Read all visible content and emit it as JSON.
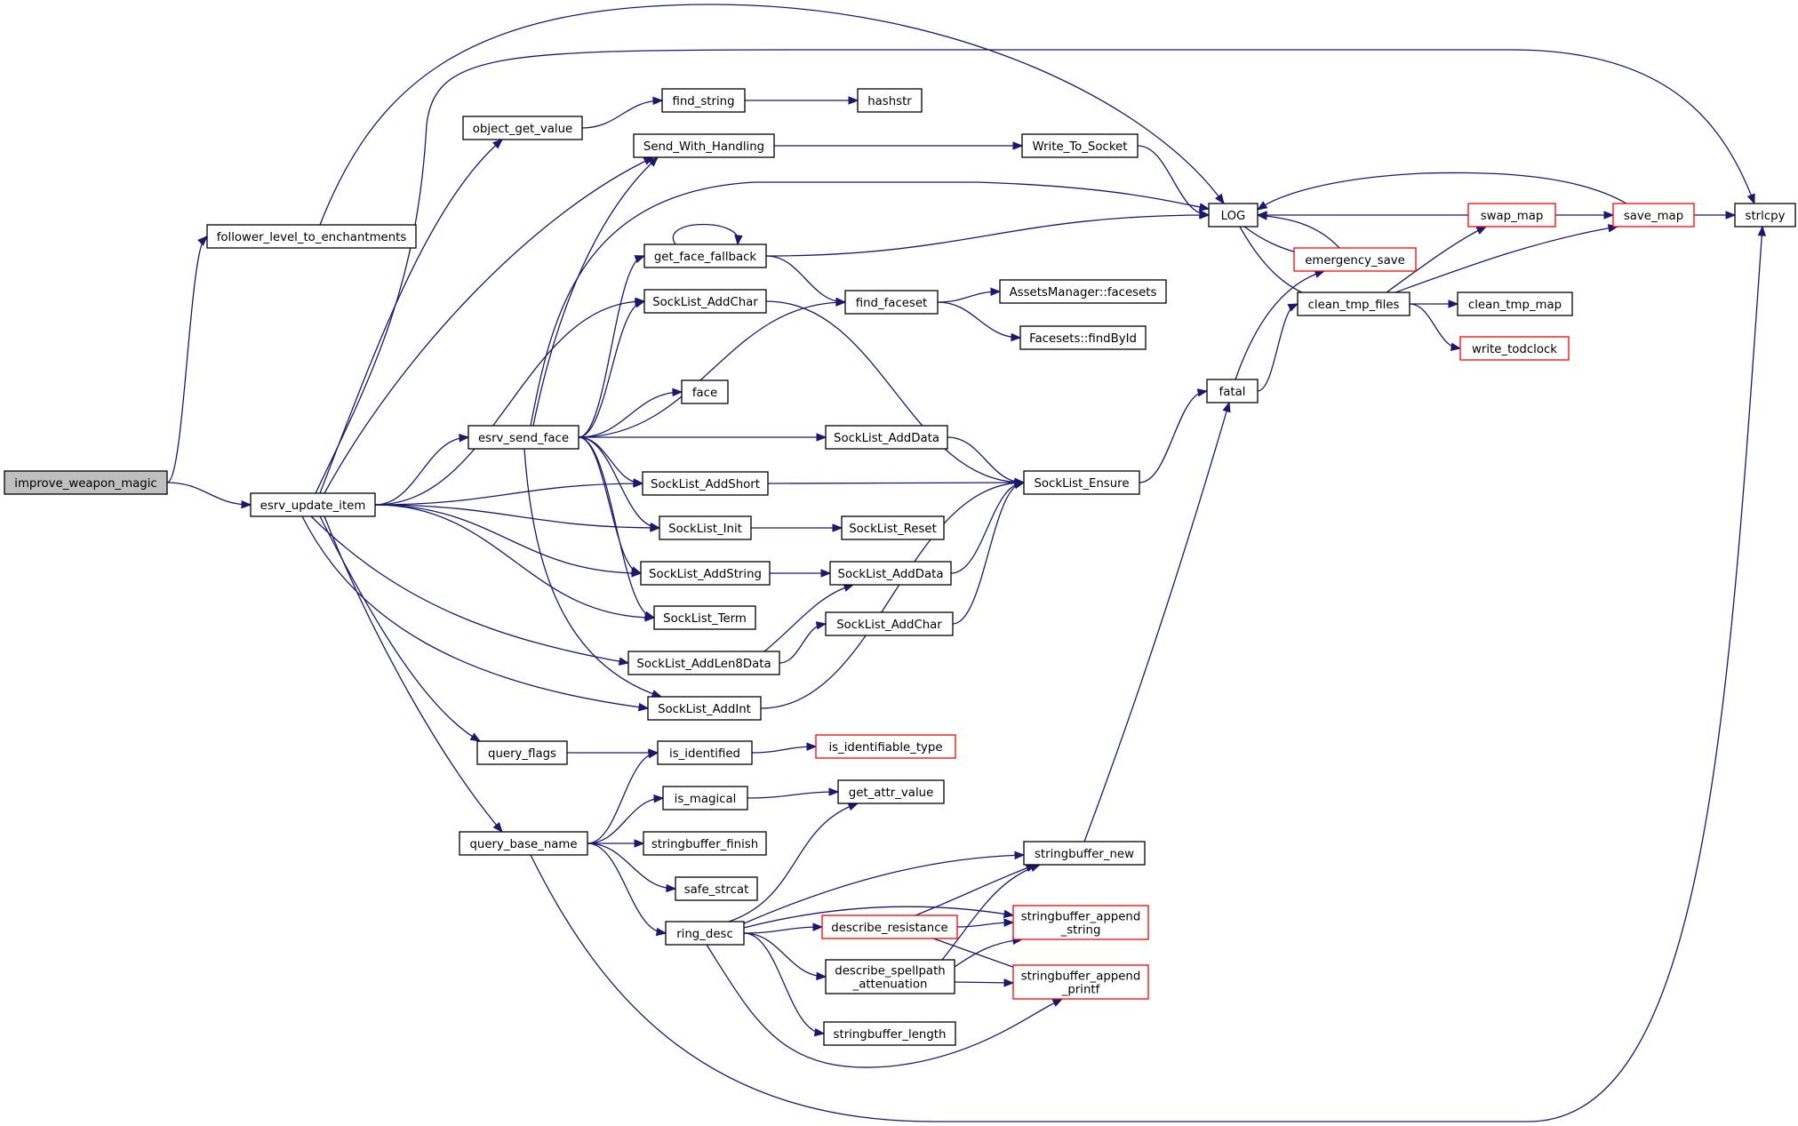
{
  "graph": {
    "nodes": {
      "improve_weapon_magic": {
        "label": "improve_weapon_magic",
        "style": "root"
      },
      "follower_level_to_enchantments": {
        "label": "follower_level_to_enchantments",
        "style": "normal"
      },
      "esrv_update_item": {
        "label": "esrv_update_item",
        "style": "normal"
      },
      "object_get_value": {
        "label": "object_get_value",
        "style": "normal"
      },
      "find_string": {
        "label": "find_string",
        "style": "normal"
      },
      "hashstr": {
        "label": "hashstr",
        "style": "normal"
      },
      "send_with_handling": {
        "label": "Send_With_Handling",
        "style": "normal"
      },
      "write_to_socket": {
        "label": "Write_To_Socket",
        "style": "normal"
      },
      "log": {
        "label": "LOG",
        "style": "normal"
      },
      "get_face_fallback": {
        "label": "get_face_fallback",
        "style": "normal"
      },
      "sl_addchar_1": {
        "label": "SockList_AddChar",
        "style": "normal"
      },
      "find_faceset": {
        "label": "find_faceset",
        "style": "normal"
      },
      "assets_facesets": {
        "label": "AssetsManager::facesets",
        "style": "normal"
      },
      "facesets_findbyid": {
        "label": "Facesets::findById",
        "style": "normal"
      },
      "face": {
        "label": "face",
        "style": "normal"
      },
      "esrv_send_face": {
        "label": "esrv_send_face",
        "style": "normal"
      },
      "sl_adddata_1": {
        "label": "SockList_AddData",
        "style": "normal"
      },
      "sl_addshort": {
        "label": "SockList_AddShort",
        "style": "normal"
      },
      "sl_ensure": {
        "label": "SockList_Ensure",
        "style": "normal"
      },
      "sl_init": {
        "label": "SockList_Init",
        "style": "normal"
      },
      "sl_reset": {
        "label": "SockList_Reset",
        "style": "normal"
      },
      "sl_addstring": {
        "label": "SockList_AddString",
        "style": "normal"
      },
      "sl_adddata_2": {
        "label": "SockList_AddData",
        "style": "normal"
      },
      "sl_term": {
        "label": "SockList_Term",
        "style": "normal"
      },
      "sl_addchar_2": {
        "label": "SockList_AddChar",
        "style": "normal"
      },
      "sl_addlen8data": {
        "label": "SockList_AddLen8Data",
        "style": "normal"
      },
      "sl_addint": {
        "label": "SockList_AddInt",
        "style": "normal"
      },
      "query_flags": {
        "label": "query_flags",
        "style": "normal"
      },
      "is_identified": {
        "label": "is_identified",
        "style": "normal"
      },
      "is_identifiable_type": {
        "label": "is_identifiable_type",
        "style": "red"
      },
      "is_magical": {
        "label": "is_magical",
        "style": "normal"
      },
      "get_attr_value": {
        "label": "get_attr_value",
        "style": "normal"
      },
      "query_base_name": {
        "label": "query_base_name",
        "style": "normal"
      },
      "stringbuffer_finish": {
        "label": "stringbuffer_finish",
        "style": "normal"
      },
      "safe_strcat": {
        "label": "safe_strcat",
        "style": "normal"
      },
      "ring_desc": {
        "label": "ring_desc",
        "style": "normal"
      },
      "describe_resistance": {
        "label": "describe_resistance",
        "style": "red"
      },
      "describe_spellpath": {
        "label": "describe_spellpath\n_attenuation",
        "style": "normal"
      },
      "stringbuffer_length": {
        "label": "stringbuffer_length",
        "style": "normal"
      },
      "stringbuffer_new": {
        "label": "stringbuffer_new",
        "style": "normal"
      },
      "sb_append_string": {
        "label": "stringbuffer_append\n_string",
        "style": "red"
      },
      "sb_append_printf": {
        "label": "stringbuffer_append\n_printf",
        "style": "red"
      },
      "fatal": {
        "label": "fatal",
        "style": "normal"
      },
      "emergency_save": {
        "label": "emergency_save",
        "style": "red"
      },
      "clean_tmp_files": {
        "label": "clean_tmp_files",
        "style": "normal"
      },
      "clean_tmp_map": {
        "label": "clean_tmp_map",
        "style": "normal"
      },
      "write_todclock": {
        "label": "write_todclock",
        "style": "red"
      },
      "swap_map": {
        "label": "swap_map",
        "style": "red"
      },
      "save_map": {
        "label": "save_map",
        "style": "red"
      },
      "strlcpy": {
        "label": "strlcpy",
        "style": "normal"
      }
    },
    "edges": [
      [
        "improve_weapon_magic",
        "follower_level_to_enchantments"
      ],
      [
        "improve_weapon_magic",
        "esrv_update_item"
      ],
      [
        "follower_level_to_enchantments",
        "log"
      ],
      [
        "esrv_update_item",
        "strlcpy"
      ],
      [
        "esrv_update_item",
        "object_get_value"
      ],
      [
        "object_get_value",
        "find_string"
      ],
      [
        "find_string",
        "hashstr"
      ],
      [
        "esrv_update_item",
        "send_with_handling"
      ],
      [
        "send_with_handling",
        "write_to_socket"
      ],
      [
        "write_to_socket",
        "log"
      ],
      [
        "esrv_update_item",
        "esrv_send_face"
      ],
      [
        "esrv_update_item",
        "sl_addchar_1"
      ],
      [
        "esrv_update_item",
        "sl_addshort"
      ],
      [
        "esrv_update_item",
        "sl_init"
      ],
      [
        "esrv_update_item",
        "sl_addstring"
      ],
      [
        "esrv_update_item",
        "sl_term"
      ],
      [
        "esrv_update_item",
        "sl_addlen8data"
      ],
      [
        "esrv_update_item",
        "sl_addint"
      ],
      [
        "esrv_update_item",
        "query_flags"
      ],
      [
        "esrv_update_item",
        "query_base_name"
      ],
      [
        "esrv_send_face",
        "log"
      ],
      [
        "esrv_send_face",
        "send_with_handling"
      ],
      [
        "esrv_send_face",
        "get_face_fallback"
      ],
      [
        "esrv_send_face",
        "sl_addchar_1"
      ],
      [
        "esrv_send_face",
        "find_faceset"
      ],
      [
        "esrv_send_face",
        "face"
      ],
      [
        "esrv_send_face",
        "sl_adddata_1"
      ],
      [
        "esrv_send_face",
        "sl_addshort"
      ],
      [
        "esrv_send_face",
        "sl_init"
      ],
      [
        "esrv_send_face",
        "sl_addstring"
      ],
      [
        "esrv_send_face",
        "sl_term"
      ],
      [
        "esrv_send_face",
        "sl_addint"
      ],
      [
        "get_face_fallback",
        "get_face_fallback"
      ],
      [
        "get_face_fallback",
        "log"
      ],
      [
        "get_face_fallback",
        "find_faceset"
      ],
      [
        "find_faceset",
        "assets_facesets"
      ],
      [
        "find_faceset",
        "facesets_findbyid"
      ],
      [
        "sl_addchar_1",
        "sl_ensure"
      ],
      [
        "sl_adddata_1",
        "sl_ensure"
      ],
      [
        "sl_addshort",
        "sl_ensure"
      ],
      [
        "sl_init",
        "sl_reset"
      ],
      [
        "sl_addstring",
        "sl_adddata_2"
      ],
      [
        "sl_adddata_2",
        "sl_ensure"
      ],
      [
        "sl_addlen8data",
        "sl_adddata_2"
      ],
      [
        "sl_addlen8data",
        "sl_addchar_2"
      ],
      [
        "sl_addchar_2",
        "sl_ensure"
      ],
      [
        "sl_addint",
        "sl_ensure"
      ],
      [
        "sl_ensure",
        "fatal"
      ],
      [
        "fatal",
        "emergency_save"
      ],
      [
        "fatal",
        "clean_tmp_files"
      ],
      [
        "log",
        "emergency_save"
      ],
      [
        "log",
        "clean_tmp_files"
      ],
      [
        "emergency_save",
        "log"
      ],
      [
        "clean_tmp_files",
        "clean_tmp_map"
      ],
      [
        "clean_tmp_files",
        "write_todclock"
      ],
      [
        "clean_tmp_files",
        "swap_map"
      ],
      [
        "clean_tmp_files",
        "save_map"
      ],
      [
        "swap_map",
        "log"
      ],
      [
        "swap_map",
        "save_map"
      ],
      [
        "save_map",
        "log"
      ],
      [
        "save_map",
        "strlcpy"
      ],
      [
        "query_flags",
        "is_identified"
      ],
      [
        "is_identified",
        "is_identifiable_type"
      ],
      [
        "query_base_name",
        "is_identified"
      ],
      [
        "query_base_name",
        "is_magical"
      ],
      [
        "is_magical",
        "get_attr_value"
      ],
      [
        "query_base_name",
        "stringbuffer_finish"
      ],
      [
        "query_base_name",
        "safe_strcat"
      ],
      [
        "query_base_name",
        "ring_desc"
      ],
      [
        "query_base_name",
        "strlcpy"
      ],
      [
        "ring_desc",
        "get_attr_value"
      ],
      [
        "ring_desc",
        "stringbuffer_new"
      ],
      [
        "ring_desc",
        "sb_append_string"
      ],
      [
        "ring_desc",
        "describe_resistance"
      ],
      [
        "ring_desc",
        "describe_spellpath"
      ],
      [
        "ring_desc",
        "stringbuffer_length"
      ],
      [
        "ring_desc",
        "sb_append_printf"
      ],
      [
        "describe_resistance",
        "stringbuffer_new"
      ],
      [
        "describe_resistance",
        "sb_append_string"
      ],
      [
        "describe_resistance",
        "sb_append_printf"
      ],
      [
        "describe_spellpath",
        "stringbuffer_new"
      ],
      [
        "describe_spellpath",
        "sb_append_string"
      ],
      [
        "describe_spellpath",
        "sb_append_printf"
      ],
      [
        "stringbuffer_new",
        "fatal"
      ]
    ]
  }
}
